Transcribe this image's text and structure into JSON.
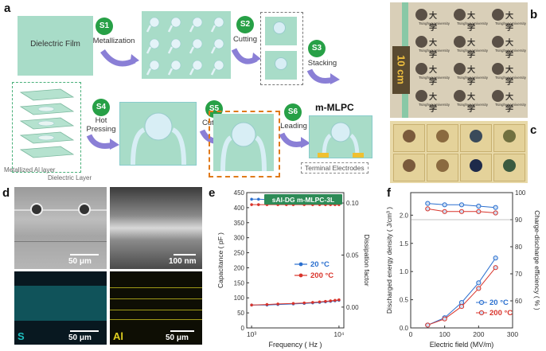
{
  "panels": {
    "a": "a",
    "b": "b",
    "c": "c",
    "d": "d",
    "e": "e",
    "f": "f"
  },
  "schematic": {
    "film_label": "Dielectric Film",
    "steps": [
      {
        "id": "S1",
        "text": "Metallization"
      },
      {
        "id": "S2",
        "text": "Cutting"
      },
      {
        "id": "S3",
        "text": "Stacking"
      },
      {
        "id": "S4",
        "text": "Hot\nPressing"
      },
      {
        "id": "S5",
        "text": "Cutting"
      },
      {
        "id": "S6",
        "text": "Leading"
      }
    ],
    "product": "m-MLPC",
    "terminal": "Terminal Electrodes",
    "metal_layer": "Metallized Al layer",
    "diel_layer": "Dielectric Layer"
  },
  "photo_b": {
    "scale": "10 cm",
    "logo_text": "大学",
    "logo_sub": "Tsinghua University"
  },
  "sem": {
    "scale1": "50 μm",
    "scale2": "100 nm",
    "scale3": "50 μm",
    "scale4": "50 μm",
    "elem3": "S",
    "elem4": "Al",
    "colors": {
      "S": "#1fbfbf",
      "Al": "#e0d020"
    }
  },
  "chart_data": [
    {
      "type": "line",
      "title": "sAl-DG m-MLPC-3L",
      "xlabel": "Frequency ( Hz )",
      "ylabel": "Capacitance ( pF )",
      "y2label": "Dissipation factor",
      "x_scale": "log",
      "xlim": [
        1000,
        10000
      ],
      "xticks": [
        "10³",
        "10⁴"
      ],
      "ylim": [
        0,
        450
      ],
      "yticks": [
        "0",
        "50",
        "100",
        "150",
        "200",
        "250",
        "300",
        "350",
        "400",
        "450"
      ],
      "y2lim": [
        -0.02,
        0.11
      ],
      "y2ticks": [
        "0.00",
        "0.05",
        "0.10"
      ],
      "legend_position": "middle-right",
      "series": [
        {
          "name": "20 °C",
          "color": "#2a6fcf",
          "axis": "left",
          "x": [
            1000,
            1200,
            1500,
            2000,
            2500,
            3000,
            4000,
            5000,
            6000,
            7000,
            8000,
            9000,
            10000
          ],
          "y": [
            428,
            428,
            427,
            427,
            427,
            427,
            427,
            427,
            427,
            427,
            427,
            427,
            427
          ]
        },
        {
          "name": "200 °C",
          "color": "#d9342b",
          "axis": "left",
          "x": [
            1000,
            1200,
            1500,
            2000,
            2500,
            3000,
            4000,
            5000,
            6000,
            7000,
            8000,
            9000,
            10000
          ],
          "y": [
            410,
            410,
            410,
            410,
            410,
            410,
            410,
            410,
            410,
            410,
            410,
            410,
            410
          ]
        },
        {
          "name": "20 °C",
          "color": "#2a6fcf",
          "axis": "right",
          "x": [
            1000,
            1500,
            2000,
            3000,
            4000,
            5000,
            6000,
            7000,
            8000,
            9000,
            10000
          ],
          "y": [
            0.002,
            0.002,
            0.0025,
            0.003,
            0.0035,
            0.004,
            0.0045,
            0.005,
            0.0055,
            0.006,
            0.0065
          ]
        },
        {
          "name": "200 °C",
          "color": "#d9342b",
          "axis": "right",
          "x": [
            1000,
            1500,
            2000,
            3000,
            4000,
            5000,
            6000,
            7000,
            8000,
            9000,
            10000
          ],
          "y": [
            0.002,
            0.0025,
            0.003,
            0.0035,
            0.004,
            0.0045,
            0.005,
            0.0055,
            0.006,
            0.0065,
            0.007
          ]
        }
      ]
    },
    {
      "type": "line",
      "xlabel": "Electric field (MV/m)",
      "ylabel": "Discharged energy density ( J/cm³ )",
      "y2label": "Charge-discharge efficiency ( % )",
      "xlim": [
        0,
        300
      ],
      "xticks": [
        "0",
        "100",
        "200",
        "300"
      ],
      "ylim": [
        0,
        2.4
      ],
      "yticks": [
        "0.0",
        "0.5",
        "1.0",
        "1.5",
        "2.0"
      ],
      "y2lim": [
        50,
        100
      ],
      "y2ticks": [
        "60",
        "70",
        "80",
        "90",
        "100"
      ],
      "legend_position": "bottom-right",
      "series": [
        {
          "name": "20 °C",
          "color": "#2a6fcf",
          "axis": "left",
          "x": [
            50,
            100,
            150,
            200,
            250
          ],
          "y": [
            0.05,
            0.18,
            0.45,
            0.8,
            1.24
          ]
        },
        {
          "name": "200 °C",
          "color": "#d9342b",
          "axis": "left",
          "x": [
            50,
            100,
            150,
            200,
            250
          ],
          "y": [
            0.05,
            0.16,
            0.38,
            0.7,
            1.07
          ]
        },
        {
          "name": "20 °C",
          "color": "#2a6fcf",
          "axis": "right",
          "x": [
            50,
            100,
            150,
            200,
            250
          ],
          "y": [
            96,
            95.5,
            95.5,
            95,
            94.5
          ]
        },
        {
          "name": "200 °C",
          "color": "#d9342b",
          "axis": "right",
          "x": [
            50,
            100,
            150,
            200,
            250
          ],
          "y": [
            94,
            93,
            93,
            93,
            92.5
          ]
        }
      ]
    }
  ]
}
